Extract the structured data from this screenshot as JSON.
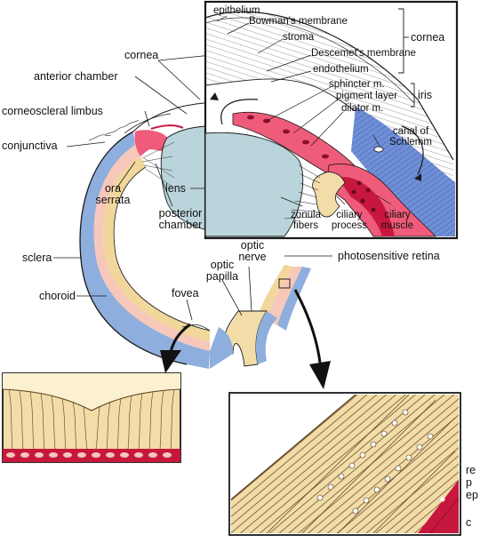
{
  "labels": {
    "cornea": "cornea",
    "anterior_chamber": "anterior chamber",
    "corneoscleral_limbus": "corneoscleral limbus",
    "conjunctiva": "conjunctiva",
    "ora_serrata_1": "ora",
    "ora_serrata_2": "serrata",
    "lens": "lens",
    "posterior_chamber_1": "posterior",
    "posterior_chamber_2": "chamber",
    "sclera": "sclera",
    "choroid": "choroid",
    "fovea": "fovea",
    "optic_papilla_1": "optic",
    "optic_papilla_2": "papilla",
    "optic_nerve_1": "optic",
    "optic_nerve_2": "nerve",
    "photosensitive_retina": "photosensitive retina"
  },
  "inset": {
    "epithelium": "epithelium",
    "bowmans_membrane": "Bowman's membrane",
    "stroma": "stroma",
    "descemets_membrane": "Descemet's membrane",
    "endothelium": "endothelium",
    "cornea": "cornea",
    "sphincter": "sphincter m.",
    "pigment_layer": "pigment layer",
    "iris": "iris",
    "dilator": "dilator m.",
    "canal_1": "canal of",
    "canal_2": "Schlemm",
    "zonula_1": "zonula",
    "zonula_2": "fibers",
    "ciliary_process_1": "ciliary",
    "ciliary_process_2": "process",
    "ciliary_muscle_1": "ciliary",
    "ciliary_muscle_2": "muscle"
  },
  "cut_labels": {
    "re": "re",
    "p": "p",
    "ep": "ep",
    "c": "c"
  },
  "colors": {
    "sclera": "#8eaedd",
    "choroid": "#f7c7ba",
    "retina": "#f1d79b",
    "pink": "#ef5b7a",
    "lens": "#b9d4da",
    "tissue": "#f2dca8",
    "pigment": "#c8173f",
    "outline": "#1a1a1a"
  }
}
